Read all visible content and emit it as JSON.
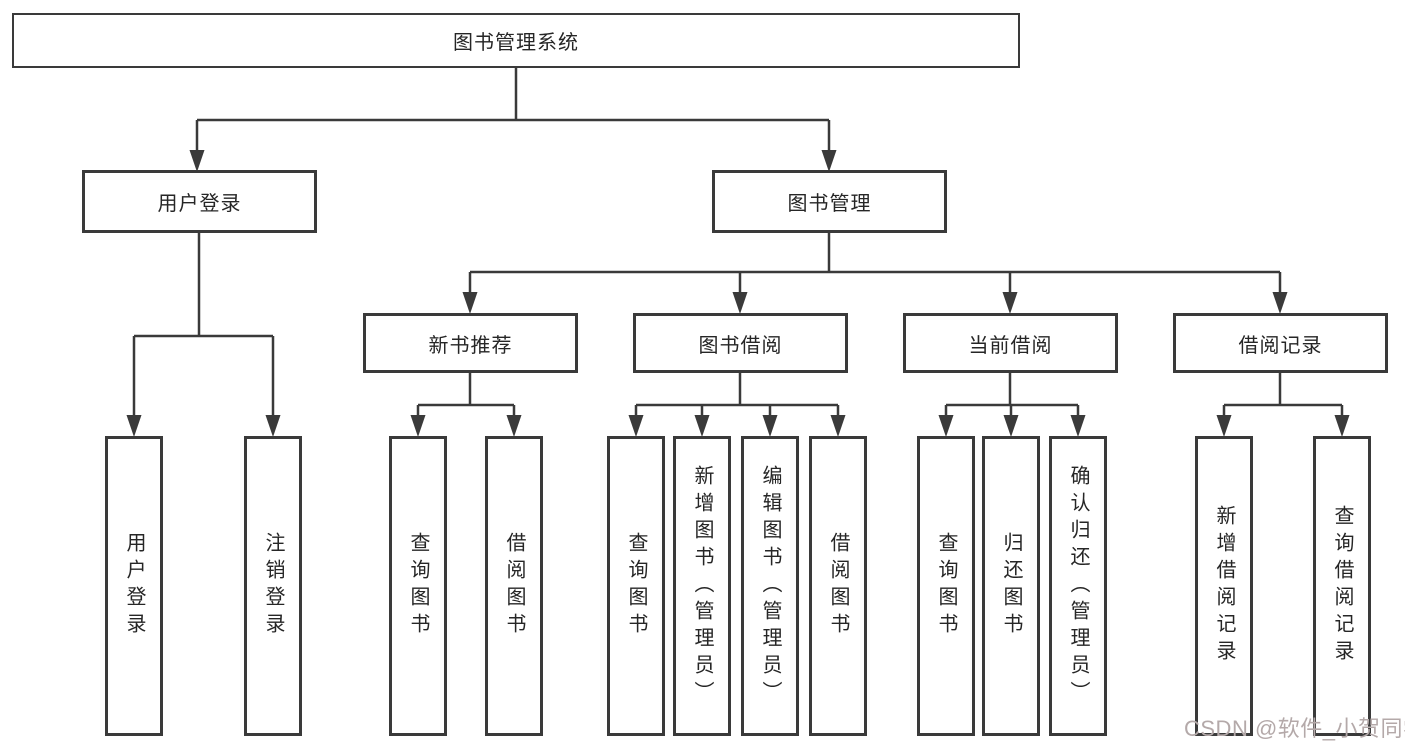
{
  "title": "图书管理系统",
  "level1": {
    "user_login": "用户登录",
    "book_management": "图书管理"
  },
  "level2": {
    "new_books": "新书推荐",
    "borrowing": "图书借阅",
    "current": "当前借阅",
    "records": "借阅记录"
  },
  "leaves": {
    "login": "用户登录",
    "logout": "注销登录",
    "newbooks_search": "查询图书",
    "newbooks_borrow": "借阅图书",
    "borrowing_search": "查询图书",
    "borrowing_add": "新增图书（管理员）",
    "borrowing_edit": "编辑图书（管理员）",
    "borrowing_borrow": "借阅图书",
    "current_search": "查询图书",
    "current_return": "归还图书",
    "current_confirm": "确认归还（管理员）",
    "records_add": "新增借阅记录",
    "records_search": "查询借阅记录"
  },
  "watermark": "CSDN @软件_小贺同学",
  "colors": {
    "line": "#3a3a3a",
    "text": "#262626",
    "watermark": "#b4a9a9",
    "background": "#ffffff"
  }
}
